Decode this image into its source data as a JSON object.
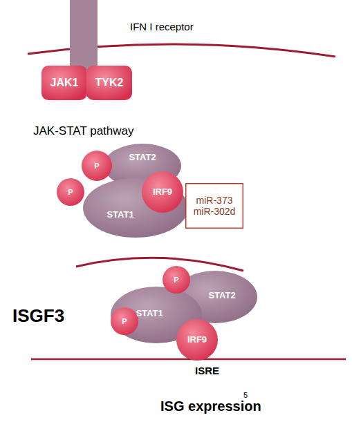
{
  "diagram": {
    "nodes": [
      {
        "text": [
          "JAK1"
        ]
      },
      {
        "text": [
          "TYK2"
        ]
      },
      {
        "text": [
          "P"
        ]
      },
      {
        "text": [
          "STAT2"
        ]
      },
      {
        "text": [
          "P"
        ]
      },
      {
        "text": [
          "IRF9"
        ]
      },
      {
        "text": [
          "STAT1"
        ]
      },
      {
        "text": [
          "miR-373 miR-302d"
        ]
      },
      {
        "text": [
          "P"
        ]
      },
      {
        "text": [
          "STAT2"
        ]
      },
      {
        "text": [
          "STAT1"
        ]
      },
      {
        "text": [
          "P"
        ]
      },
      {
        "text": [
          "IRF9"
        ]
      }
    ],
    "labels": [
      "IFN I receptor",
      "JAK-STAT pathway",
      "ISGF3",
      "ISRE",
      "ISG expression",
      "5"
    ]
  }
}
